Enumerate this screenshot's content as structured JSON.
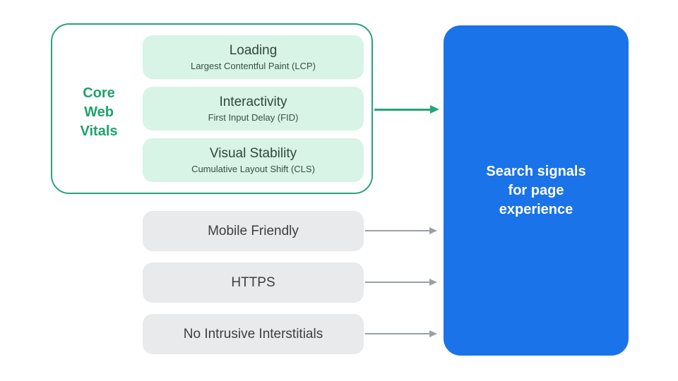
{
  "diagram": {
    "core_web_vitals": {
      "label": "Core Web Vitals",
      "metrics": [
        {
          "title": "Loading",
          "subtitle": "Largest Contentful Paint (LCP)"
        },
        {
          "title": "Interactivity",
          "subtitle": "First Input Delay (FID)"
        },
        {
          "title": "Visual Stability",
          "subtitle": "Cumulative Layout Shift (CLS)"
        }
      ]
    },
    "other_signals": [
      {
        "label": "Mobile Friendly"
      },
      {
        "label": "HTTPS"
      },
      {
        "label": "No Intrusive Interstitials"
      }
    ],
    "result": {
      "label": "Search signals for page experience"
    },
    "icons": {
      "connector_arrows": "right-arrow-icon"
    },
    "colors": {
      "green_accent": "#25a47a",
      "green_text": "#1fa26e",
      "mint_fill": "#d7f4e6",
      "metric_text": "#32463d",
      "gray_fill": "#e9eaeb",
      "gray_text": "#3c4043",
      "arrow_gray": "#9aa0a6",
      "blue_fill": "#1a73e8",
      "result_text": "#ffffff",
      "background": "#ffffff"
    }
  }
}
